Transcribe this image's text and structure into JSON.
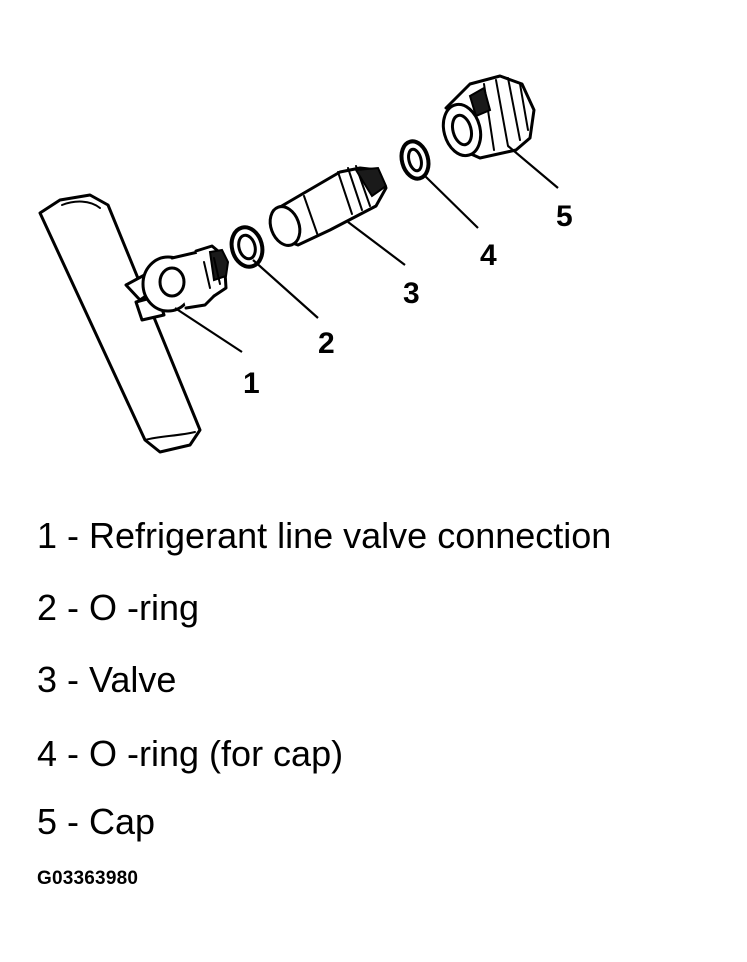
{
  "callouts": [
    "1",
    "2",
    "3",
    "4",
    "5"
  ],
  "legend": [
    {
      "number": "1",
      "separator": " - ",
      "text": "Refrigerant line valve connection"
    },
    {
      "number": "2",
      "separator": " - ",
      "text": "O -ring"
    },
    {
      "number": "3",
      "separator": " - ",
      "text": "Valve"
    },
    {
      "number": "4",
      "separator": " - ",
      "text": "O -ring (for cap)"
    },
    {
      "number": "5",
      "separator": " - ",
      "text": "Cap"
    }
  ],
  "figure_id": "G03363980"
}
